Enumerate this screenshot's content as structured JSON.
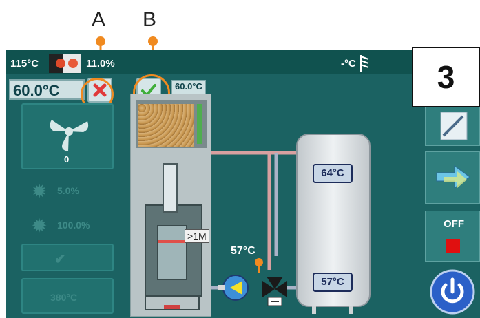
{
  "callouts": {
    "a": "A",
    "b": "B"
  },
  "status_bar": {
    "flue_temp": "115°C",
    "oxygen": "11.0%",
    "outdoor_temp": "-°C"
  },
  "boiler": {
    "set_temp": "60.0°C",
    "set_temp_right": "60.0°C",
    "fan_speed": "0",
    "feeder_pct": "5.0%",
    "power_pct": "100.0%",
    "fuel_temp": "380°C",
    "burner_badge": ">1M"
  },
  "hydraulics": {
    "pump_temp": "57°C",
    "tank_top_temp": "64°C",
    "tank_bottom_temp": "57°C"
  },
  "side": {
    "screen_number": "3",
    "state": "OFF"
  },
  "colors": {
    "background": "#1b6262",
    "accent_orange": "#f08a20",
    "cancel_red": "#e03a3a",
    "confirm_green": "#3fae3a",
    "tank": "#d4d8dc",
    "off_red": "#e01010",
    "power_blue": "#2b60c8"
  }
}
